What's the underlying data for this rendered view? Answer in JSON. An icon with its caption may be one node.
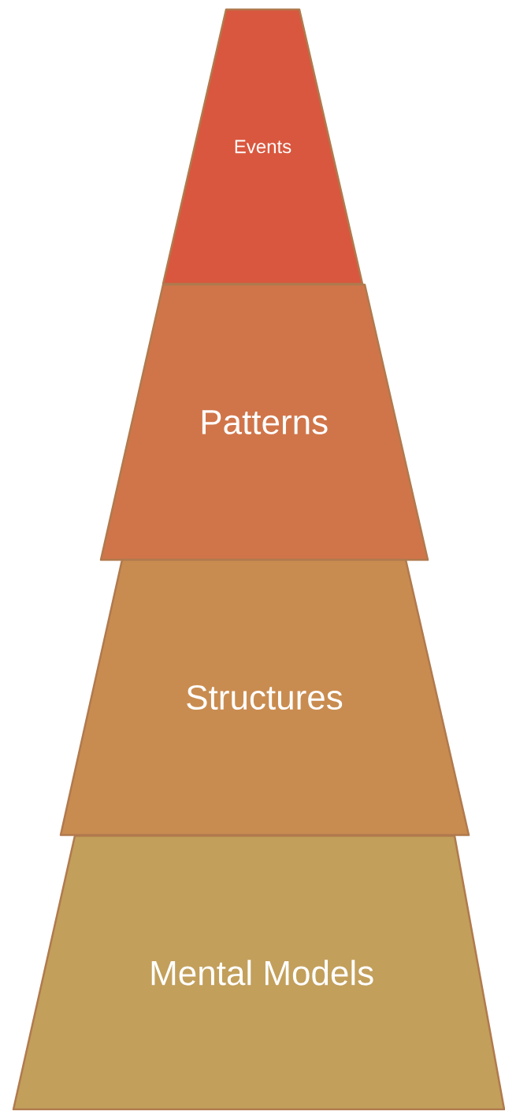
{
  "diagram": {
    "nodes": [
      {
        "text": [
          "Events"
        ]
      },
      {
        "text": [
          "Patterns"
        ]
      },
      {
        "text": [
          "Structures"
        ]
      },
      {
        "text": [
          "Mental Models"
        ]
      }
    ]
  }
}
